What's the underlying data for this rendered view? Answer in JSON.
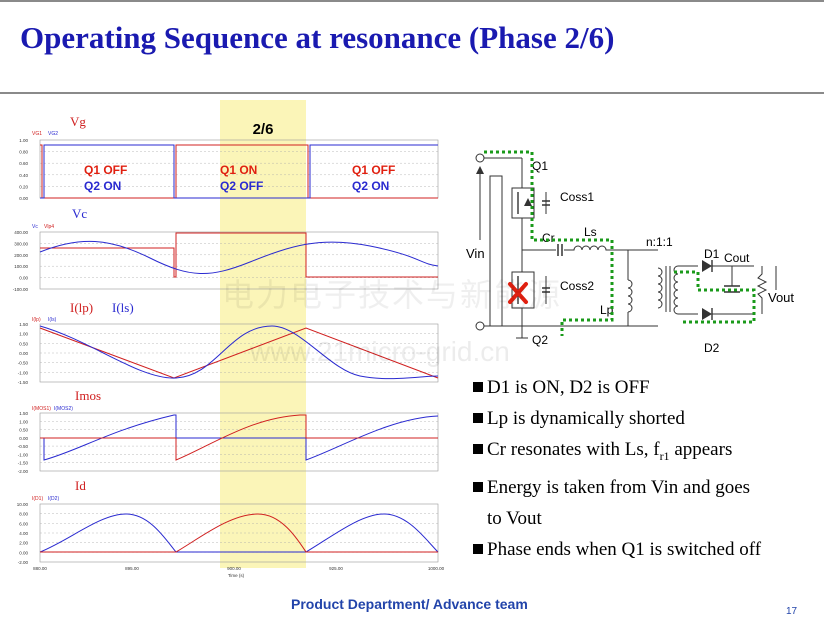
{
  "title": "Operating Sequence at resonance (Phase 2/6)",
  "waveforms": {
    "phase_label": "2/6",
    "time_axis": {
      "label": "Time (s)",
      "ticks": [
        "880.00",
        "895.00",
        "900.00",
        "925.00",
        "1000.00"
      ]
    },
    "vg": {
      "title": "Vg",
      "legend": [
        "VG1",
        "VG2"
      ],
      "yticks": [
        "1.00",
        "0.80",
        "0.60",
        "0.40",
        "0.20",
        "0.00"
      ],
      "states": [
        {
          "q1": "Q1 OFF",
          "q2": "Q2 ON"
        },
        {
          "q1": "Q1 ON",
          "q2": "Q2 OFF"
        },
        {
          "q1": "Q1 OFF",
          "q2": "Q2 ON"
        }
      ]
    },
    "vc": {
      "title": "Vc",
      "legend": [
        "Vc",
        "Vlp4"
      ],
      "yticks": [
        "400.00",
        "300.00",
        "200.00",
        "100.00",
        "0.00",
        "-100.00"
      ]
    },
    "ilp": {
      "title": "I(lp)",
      "title2": "I(ls)",
      "legend": [
        "I(lp)",
        "I(ls)"
      ],
      "yticks": [
        "1.50",
        "1.00",
        "0.50",
        "0.00",
        "-0.50",
        "-1.00",
        "-1.50"
      ]
    },
    "imos": {
      "title": "Imos",
      "legend": [
        "I(MOS1)",
        "I(MOS2)"
      ],
      "yticks": [
        "1.50",
        "1.00",
        "0.50",
        "0.00",
        "-0.50",
        "-1.00",
        "-1.50",
        "-2.00"
      ]
    },
    "id": {
      "title": "Id",
      "legend": [
        "I(D1)",
        "I(D2)"
      ],
      "yticks": [
        "10.00",
        "8.00",
        "6.00",
        "4.00",
        "2.00",
        "0.00",
        "-2.00"
      ]
    }
  },
  "circuit": {
    "vin": "Vin",
    "q1": "Q1",
    "q2": "Q2",
    "coss1": "Coss1",
    "coss2": "Coss2",
    "cr": "Cr",
    "ls": "Ls",
    "lp": "Lp",
    "ratio": "n:1:1",
    "d1": "D1",
    "d2": "D2",
    "cout": "Cout",
    "vout": "Vout"
  },
  "bullets": [
    "D1 is ON, D2 is OFF",
    "Lp is dynamically shorted",
    "Cr resonates with Ls, f",
    "Energy is taken from Vin and goes",
    "to Vout",
    "Phase ends when Q1 is switched off"
  ],
  "bullet_sub": "r1",
  "bullet_tail": " appears",
  "footer": "Product Department/ Advance team",
  "page_number": "17",
  "watermark": {
    "cn": "电力电子技术与新能源",
    "url": "www.21micro-grid.cn"
  },
  "colors": {
    "title": "#1a1ab0",
    "red": "#e02010",
    "blue": "#2a2ad0",
    "green": "#1a9a1a",
    "highlight": "#fbf5b8"
  }
}
